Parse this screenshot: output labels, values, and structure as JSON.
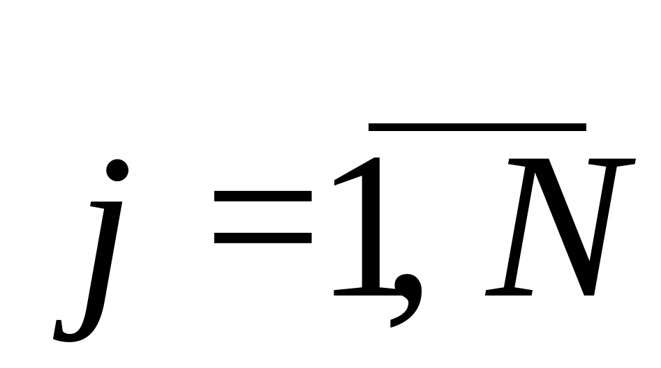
{
  "formula": {
    "variable": "j",
    "equals": "=",
    "start": "1",
    "separator": ",",
    "end": "N"
  }
}
